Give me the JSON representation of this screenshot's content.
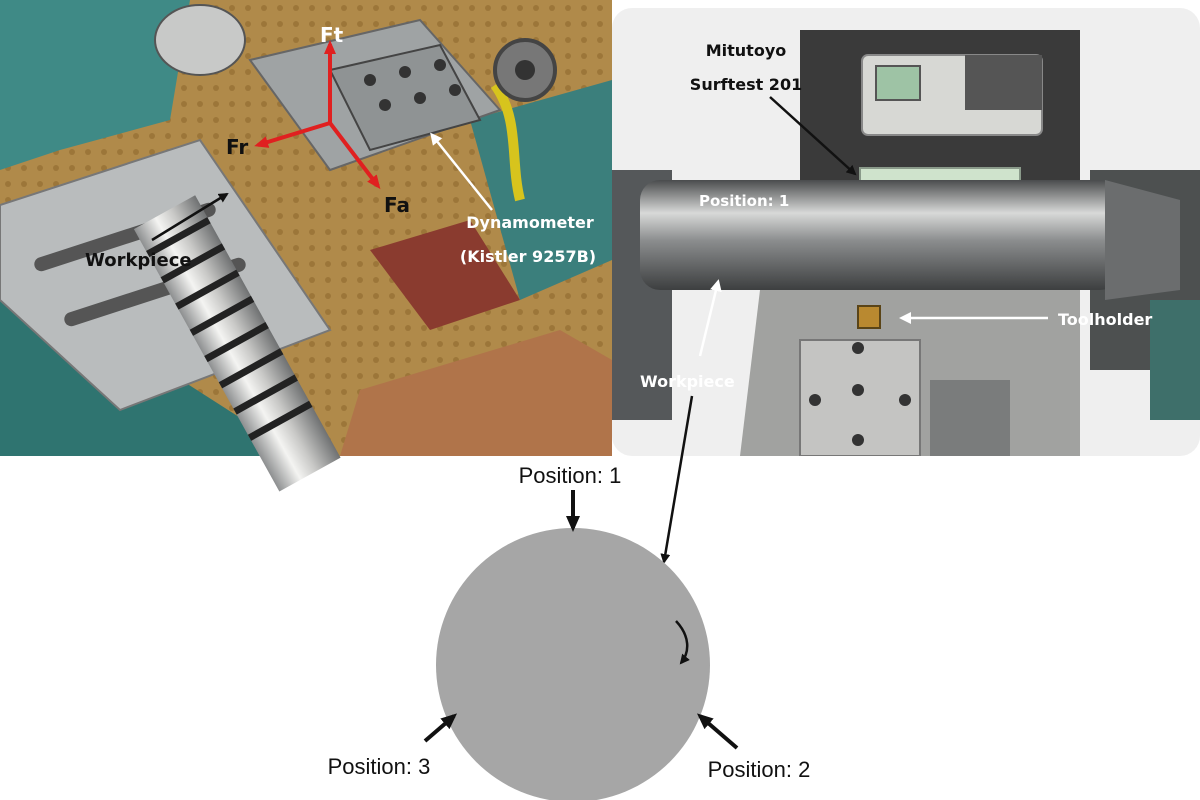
{
  "left_photo": {
    "force_labels": {
      "ft": "Ft",
      "fr": "Fr",
      "fa": "Fa"
    },
    "dynamometer_label": {
      "line1": "Dynamometer",
      "line2": "(Kistler 9257B)"
    },
    "workpiece_label": "Workpiece"
  },
  "right_photo": {
    "instrument_label": {
      "line1": "Mitutoyo",
      "line2": "Surftest 201"
    },
    "position_label": "Position: 1",
    "toolholder_label": "Toolholder",
    "workpiece_label": "Workpiece"
  },
  "cross_section": {
    "positions": {
      "p1": "Position: 1",
      "p2": "Position: 2",
      "p3": "Position: 3"
    },
    "rotation": "clockwise"
  },
  "colors": {
    "force_arrow": "#e02020",
    "disc_fill": "#a6a6a6",
    "callout_black": "#111111",
    "callout_white": "#ffffff"
  }
}
